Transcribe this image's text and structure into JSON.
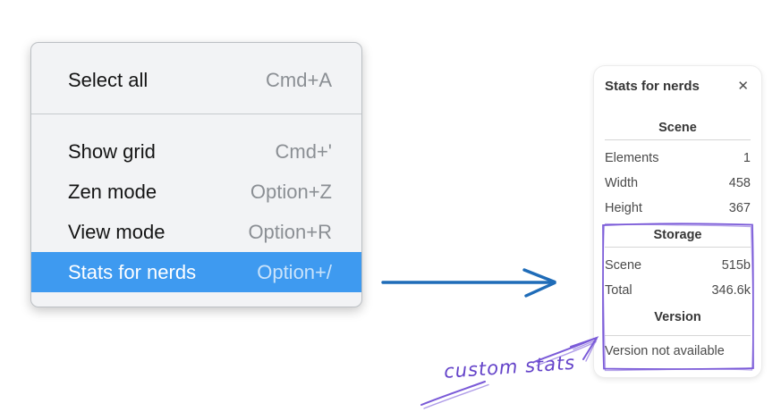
{
  "menu": {
    "groups": [
      {
        "items": [
          {
            "label": "Select all",
            "shortcut": "Cmd+A",
            "selected": false
          }
        ]
      },
      {
        "items": [
          {
            "label": "Show grid",
            "shortcut": "Cmd+'",
            "selected": false
          },
          {
            "label": "Zen mode",
            "shortcut": "Option+Z",
            "selected": false
          },
          {
            "label": "View mode",
            "shortcut": "Option+R",
            "selected": false
          },
          {
            "label": "Stats for nerds",
            "shortcut": "Option+/",
            "selected": true
          }
        ]
      }
    ]
  },
  "panel": {
    "title": "Stats for nerds",
    "close_icon": "✕",
    "sections": [
      {
        "header": "Scene",
        "rows": [
          {
            "label": "Elements",
            "value": "1"
          },
          {
            "label": "Width",
            "value": "458"
          },
          {
            "label": "Height",
            "value": "367"
          }
        ]
      },
      {
        "header": "Storage",
        "rows": [
          {
            "label": "Scene",
            "value": "515b"
          },
          {
            "label": "Total",
            "value": "346.6k"
          }
        ]
      },
      {
        "header": "Version",
        "note": "Version not available"
      }
    ]
  },
  "annotation": {
    "label": "custom stats"
  },
  "colors": {
    "menu_background": "#f2f3f5",
    "menu_highlight": "#3e9af0",
    "arrow_blue": "#1f6cb8",
    "annotation_purple": "#7a5ad8",
    "panel_background": "#ffffff"
  }
}
